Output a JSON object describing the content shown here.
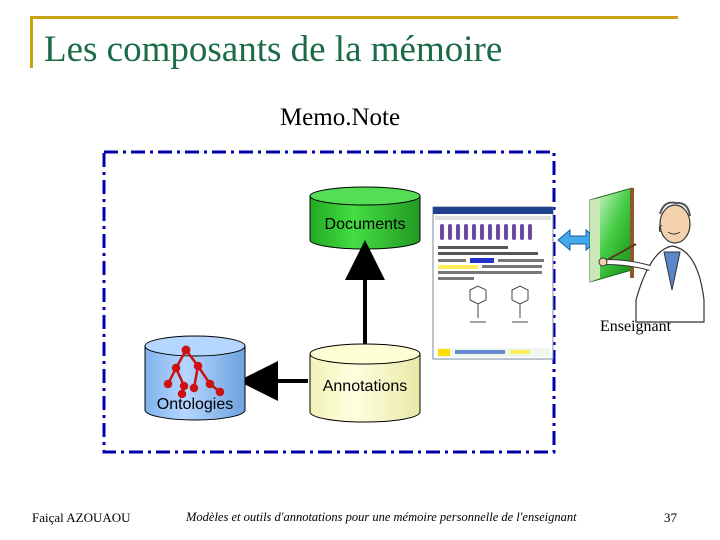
{
  "slide": {
    "title": "Les composants de la mémoire",
    "subtitle": "Memo.Note"
  },
  "diagram": {
    "documents_label": "Documents",
    "annotations_label": "Annotations",
    "ontologies_label": "Ontologies",
    "teacher_label": "Enseignant"
  },
  "footer": {
    "author": "Faiçal AZOUAOU",
    "caption": "Modèles et outils d'annotations pour une mémoire personnelle de l'enseignant",
    "page_number": "37"
  },
  "colors": {
    "title": "#1a6b46",
    "accent_line": "#c8a415",
    "documents_cylinder": "#33cc33",
    "annotations_cylinder": "#ffffcc",
    "ontologies_cylinder": "#99ccff",
    "dashed_border": "#0000aa",
    "ontology_tree": "#cc1111"
  },
  "icons": [
    "ontology-tree-icon",
    "teacher-clipart-icon",
    "double-arrow-icon",
    "document-screenshot-icon"
  ]
}
